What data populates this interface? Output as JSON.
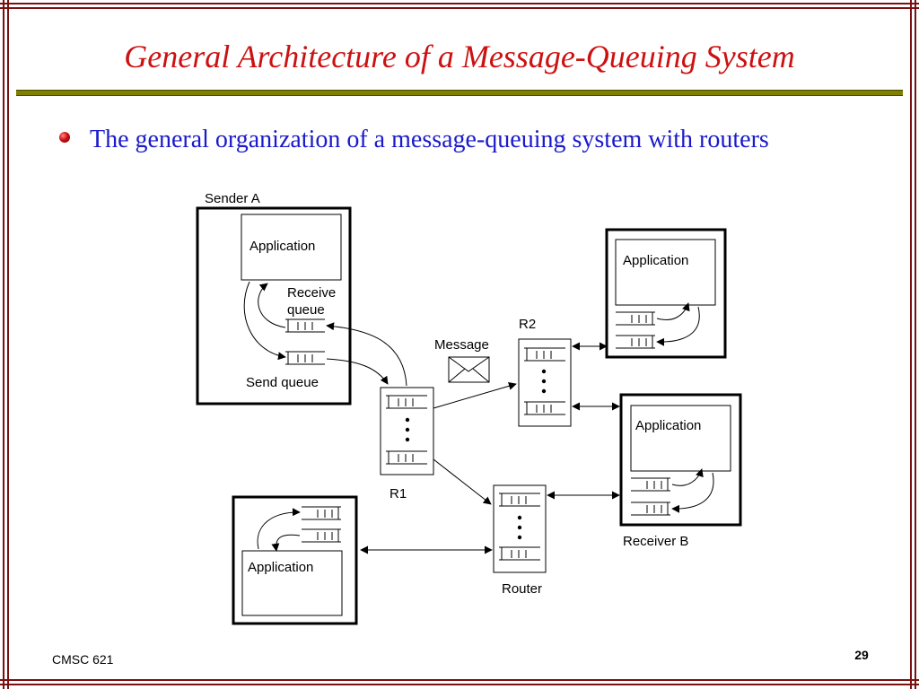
{
  "slide": {
    "title": "General Architecture of a Message-Queuing System",
    "bullet": "The general organization of a message-queuing system with routers",
    "footer_left": "CMSC 621",
    "page_number": "29"
  },
  "diagram": {
    "sender_label": "Sender A",
    "receiver_label": "Receiver B",
    "application_label": "Application",
    "receive_queue_label": "Receive queue",
    "send_queue_label": "Send queue",
    "message_label": "Message",
    "r1_label": "R1",
    "r2_label": "R2",
    "router_label": "Router"
  }
}
